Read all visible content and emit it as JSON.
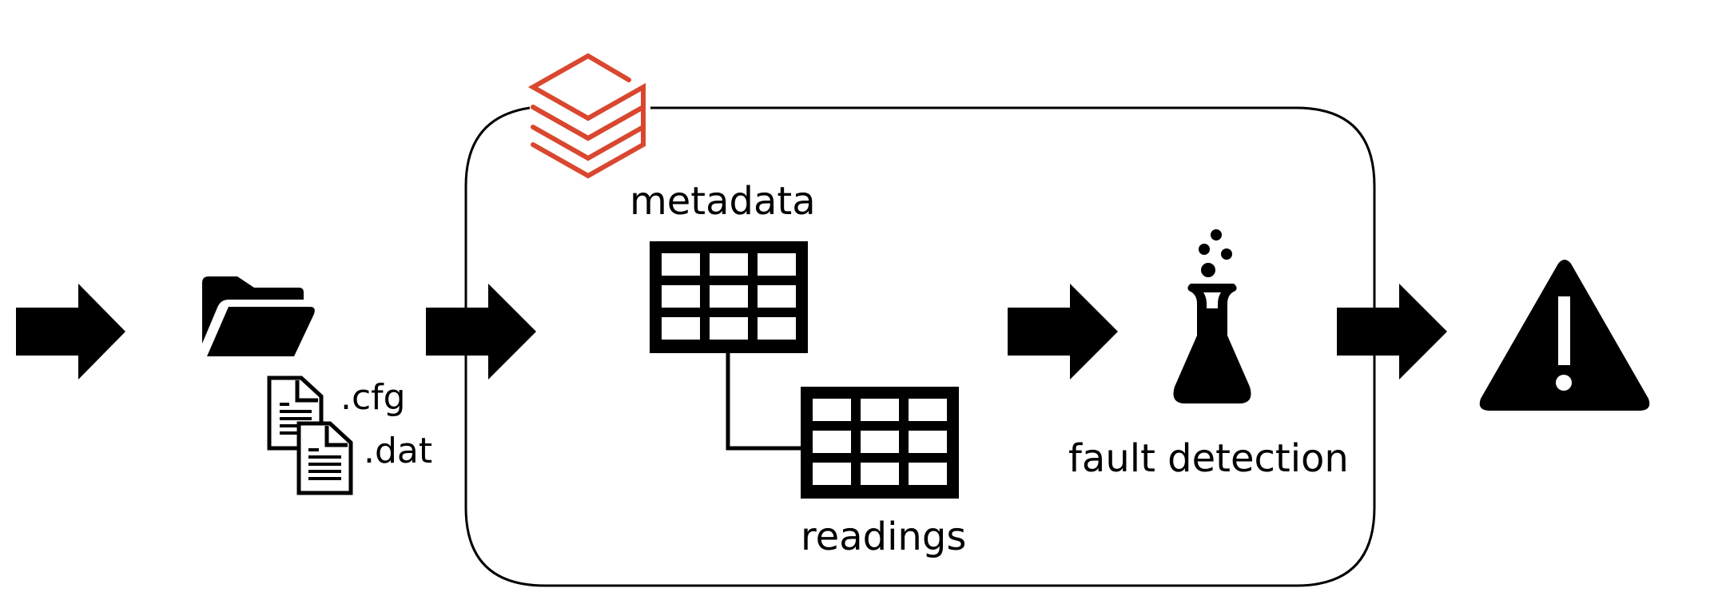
{
  "labels": {
    "cfg": ".cfg",
    "dat": ".dat",
    "metadata": "metadata",
    "readings": "readings",
    "fault_detection": "fault detection"
  },
  "icons": {
    "source": "folder-icon",
    "files": [
      "document-icon",
      "document-icon"
    ],
    "platform": "layered-stack-logo",
    "tables": [
      "table-icon",
      "table-icon"
    ],
    "analysis": "flask-icon",
    "output": "warning-icon"
  },
  "colors": {
    "ink": "#000000",
    "logo": "#d9472f",
    "background": "#ffffff"
  }
}
